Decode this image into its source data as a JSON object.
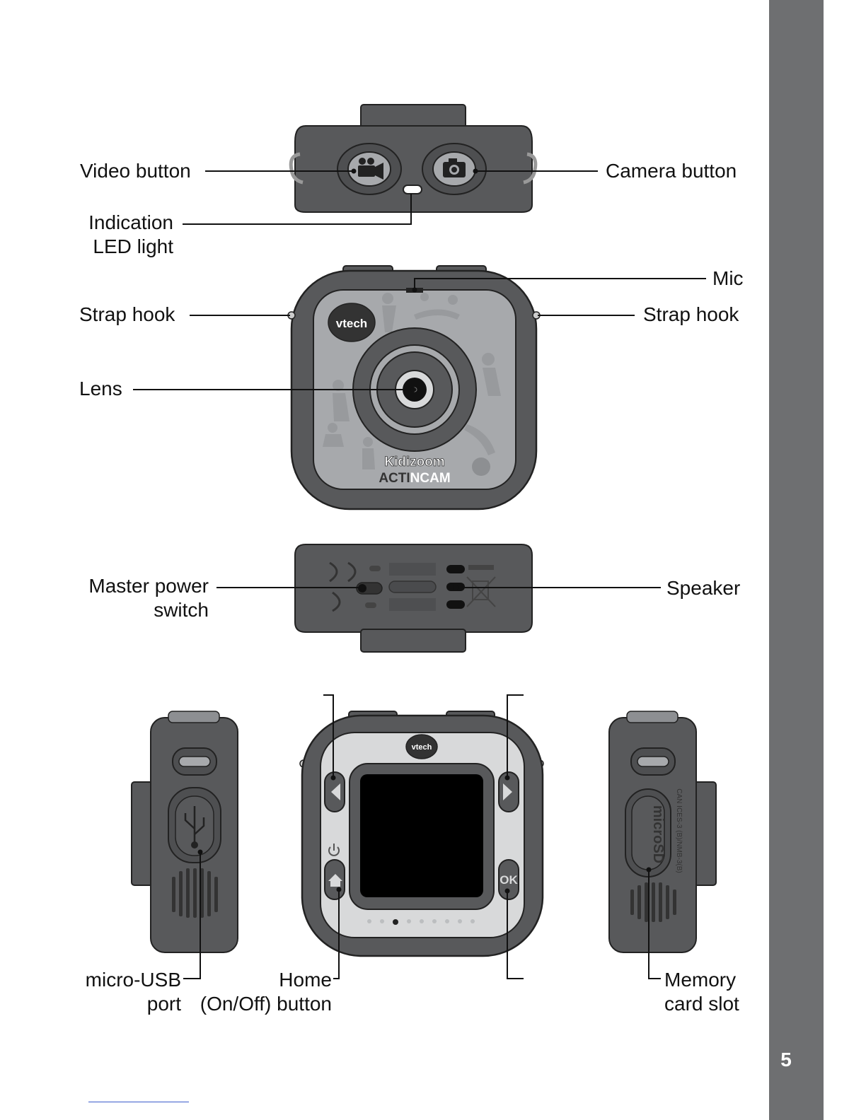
{
  "page": {
    "number": "5"
  },
  "labels": {
    "video_button": "Video button",
    "camera_button": "Camera button",
    "indication_led_1": "Indication",
    "indication_led_2": "LED light",
    "mic": "Mic",
    "strap_hook_left": "Strap hook",
    "strap_hook_right": "Strap hook",
    "lens": "Lens",
    "master_power_1": "Master power",
    "master_power_2": "switch",
    "speaker": "Speaker",
    "micro_usb_1": "micro-USB",
    "micro_usb_2": "port",
    "home_1": "Home",
    "home_2": "(On/Off) button",
    "memory_1": "Memory",
    "memory_2": "card slot"
  },
  "device_text": {
    "brand": "vtech",
    "product_line": "Kidizoom",
    "model_part1": "ACTI",
    "model_part2": "N",
    "model_part3": "CAM",
    "ok_button": "OK",
    "microsd": "microSD",
    "certification": "CAN ICES-3 (B)/NMB-3(B)"
  },
  "colors": {
    "sidebar": "#6e6f71",
    "body_dark": "#58595b",
    "face_light": "#a7a9ac"
  }
}
